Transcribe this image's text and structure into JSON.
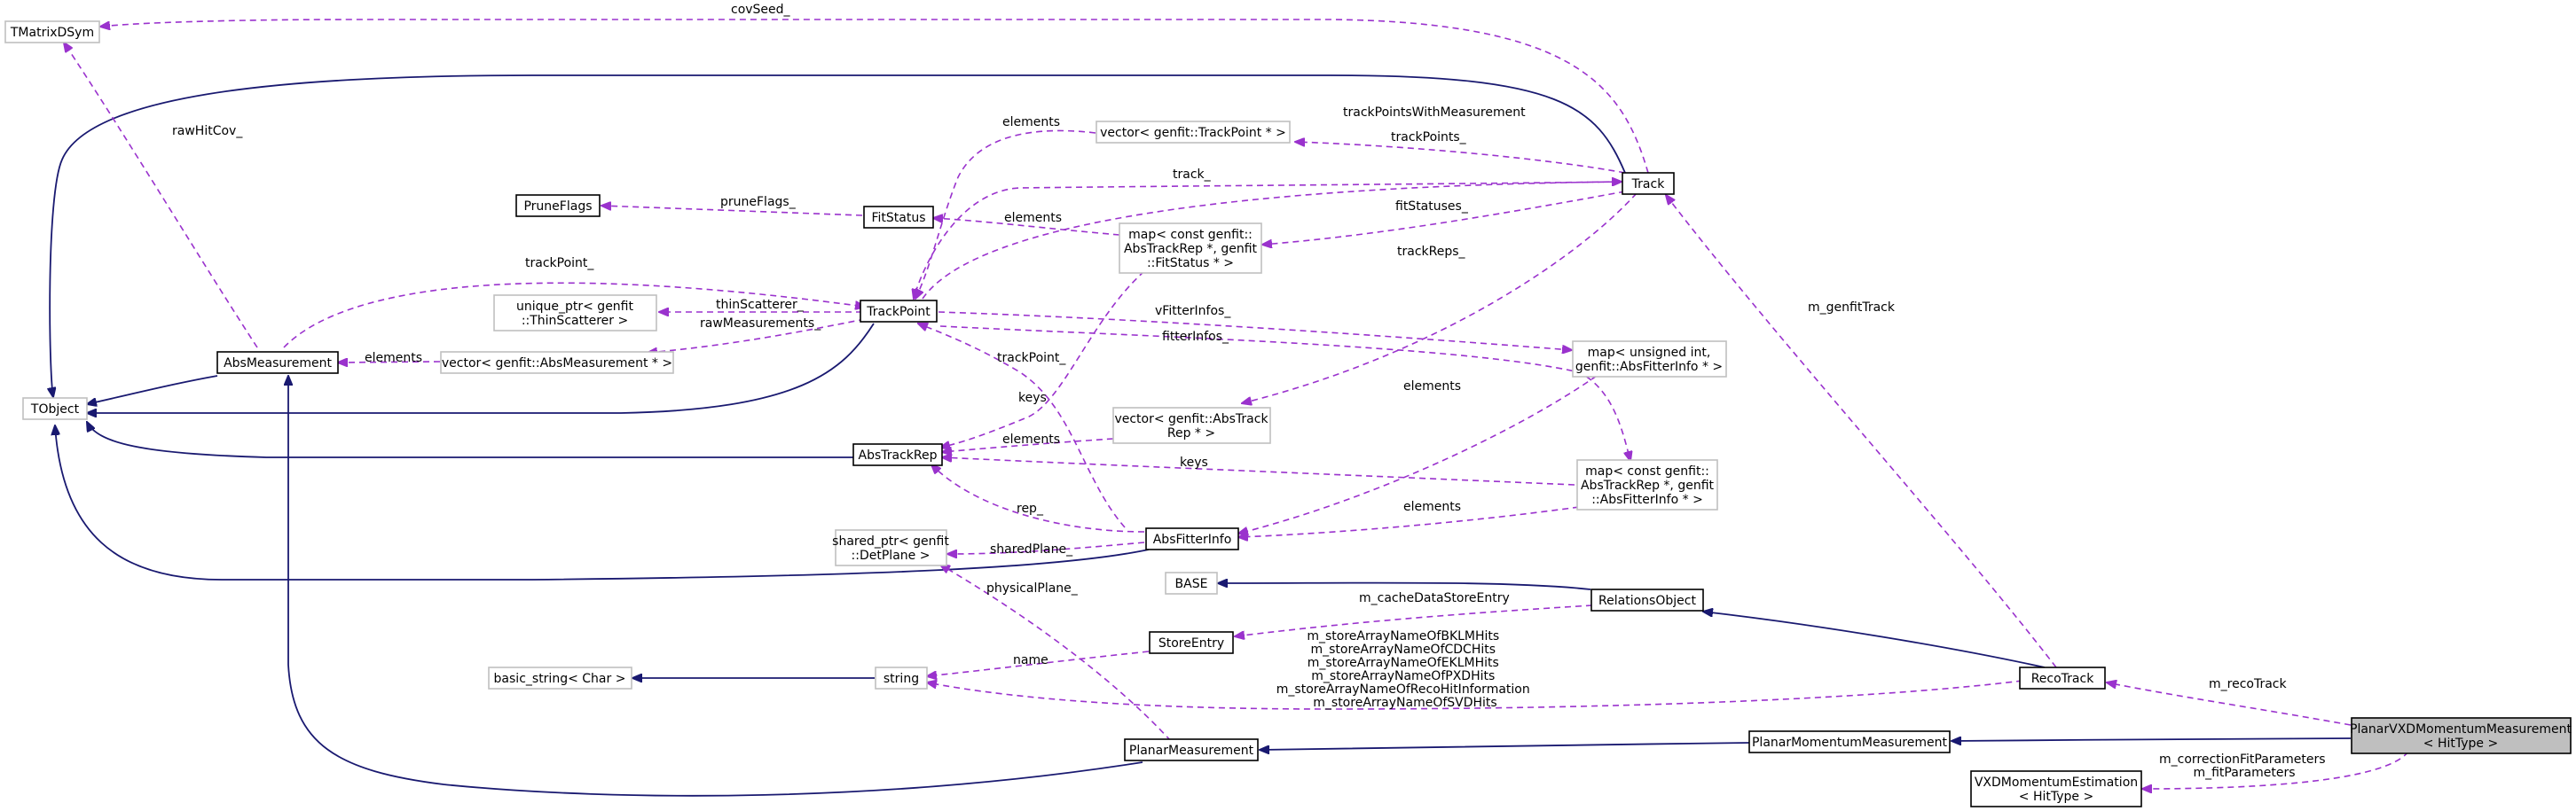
{
  "diagram": {
    "nodes": {
      "TMatrixDSym": [
        "TMatrixDSym"
      ],
      "TObject": [
        "TObject"
      ],
      "PruneFlags": [
        "PruneFlags"
      ],
      "FitStatus": [
        "FitStatus"
      ],
      "TrackPoint": [
        "TrackPoint"
      ],
      "AbsMeasurement": [
        "AbsMeasurement"
      ],
      "unique_ptr_thin": [
        "unique_ptr< genfit",
        "::ThinScatterer >"
      ],
      "vector_absmeas": [
        "vector< genfit::AbsMeasurement * >"
      ],
      "vector_trackpoint": [
        "vector< genfit::TrackPoint * >"
      ],
      "map_fitstatus": [
        "map< const genfit::",
        "AbsTrackRep *, genfit",
        "::FitStatus * >"
      ],
      "Track": [
        "Track"
      ],
      "map_uint_fitterinfo": [
        "map< unsigned int,",
        " genfit::AbsFitterInfo * >"
      ],
      "vector_abstrackrep": [
        "vector< genfit::AbsTrack",
        "Rep * >"
      ],
      "AbsTrackRep": [
        "AbsTrackRep"
      ],
      "map_rep_fitterinfo": [
        "map< const genfit::",
        "AbsTrackRep *, genfit",
        "::AbsFitterInfo * >"
      ],
      "shared_ptr_detplane": [
        "shared_ptr< genfit",
        "::DetPlane >"
      ],
      "AbsFitterInfo": [
        "AbsFitterInfo"
      ],
      "BASE": [
        "BASE"
      ],
      "RelationsObject": [
        "RelationsObject"
      ],
      "StoreEntry": [
        "StoreEntry"
      ],
      "basic_string": [
        "basic_string< Char >"
      ],
      "string": [
        "string"
      ],
      "RecoTrack": [
        "RecoTrack"
      ],
      "PlanarMeasurement": [
        "PlanarMeasurement"
      ],
      "PlanarMomentumMeasurement": [
        "PlanarMomentumMeasurement"
      ],
      "PlanarVXDMomentumMeasurement": [
        "PlanarVXDMomentumMeasurement",
        "< HitType >"
      ],
      "VXDMomentumEstimation": [
        "VXDMomentumEstimation",
        "< HitType >"
      ]
    },
    "edge_labels": {
      "covSeed": "covSeed_",
      "rawHitCov": "rawHitCov_",
      "elements_vtp": "elements",
      "trackPointsWithMeasurement": "trackPointsWithMeasurement",
      "trackPoints": "trackPoints_",
      "track": "track_",
      "pruneFlags": "pruneFlags_",
      "elements_mfs": "elements",
      "fitStatuses": "fitStatuses_",
      "trackReps": "trackReps_",
      "trackPoint_am": "trackPoint_",
      "thinScatterer": "thinScatterer_",
      "rawMeasurements": "rawMeasurements_",
      "elements_vam": "elements",
      "vFitterInfos": "vFitterInfos_",
      "fitterInfos": "fitterInfos_",
      "trackPoint_afi": "trackPoint_",
      "keys_mfs": "keys",
      "elements_vatr": "elements",
      "keys_mrfi": "keys",
      "elements_mufi": "elements",
      "rep": "rep_",
      "elements_mrfi": "elements",
      "sharedPlane": "sharedPlane_",
      "physicalPlane": "physicalPlane_",
      "m_cacheDataStoreEntry": "m_cacheDataStoreEntry",
      "name": "name",
      "m_storeArrays": [
        "m_storeArrayNameOfBKLMHits",
        "m_storeArrayNameOfCDCHits",
        "m_storeArrayNameOfEKLMHits",
        "m_storeArrayNameOfPXDHits",
        "m_storeArrayNameOfRecoHitInformation",
        "m_storeArrayNameOfSVDHits"
      ],
      "m_genfitTrack": "m_genfitTrack",
      "m_recoTrack": "m_recoTrack",
      "m_fitParams": [
        "m_correctionFitParameters",
        "m_fitParameters"
      ]
    }
  },
  "colors": {
    "inheritance": "#191970",
    "usage": "#9a32cd",
    "highlight_fill": "#bfbfbf",
    "grey_border": "#bfbfbf"
  }
}
